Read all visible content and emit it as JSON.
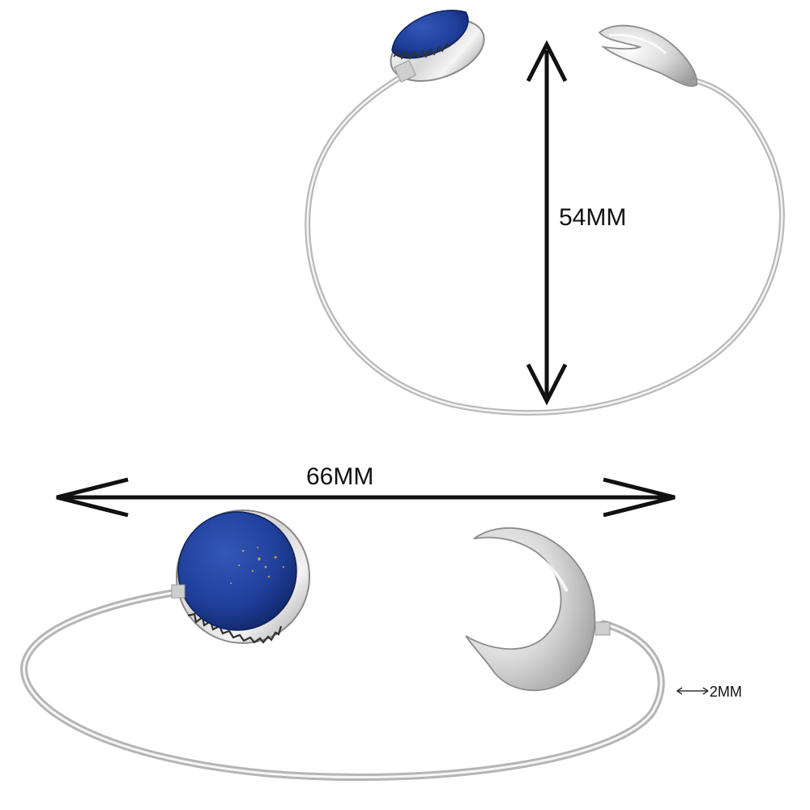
{
  "dimensions": {
    "height_label": "54MM",
    "width_label": "66MM",
    "wire_label": "2MM"
  },
  "colors": {
    "background": "#ffffff",
    "silver_light": "#f2f2f2",
    "silver_mid": "#c9c9c9",
    "silver_dark": "#8f8f8f",
    "lapis": "#1f3f9a",
    "lapis_dark": "#0f2260",
    "gold_fleck": "#c8a23a",
    "arrow": "#111111"
  },
  "icons": {
    "top_stone": "lapis-stone-icon",
    "top_moon": "crescent-moon-icon",
    "bottom_stone": "lapis-stone-icon",
    "bottom_moon": "crescent-moon-icon"
  }
}
